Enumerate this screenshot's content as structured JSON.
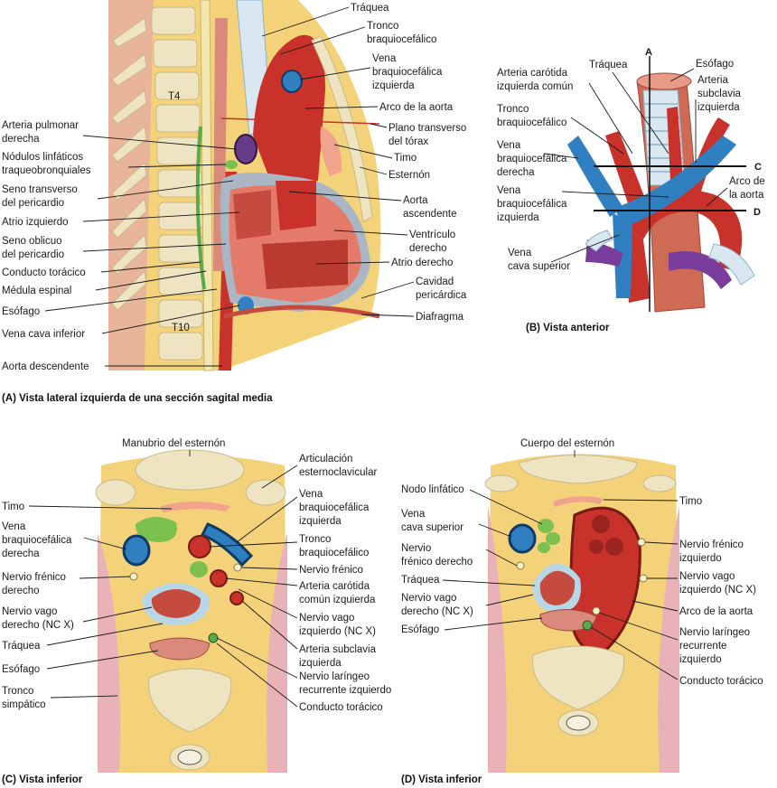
{
  "panels": {
    "A": {
      "caption": "(A) Vista lateral izquierda de una sección sagital media",
      "vertebra_top": "T4",
      "vertebra_bottom": "T10",
      "labels_left": [
        "Arteria pulmonar",
        "derecha",
        "Nódulos linfáticos",
        "traqueobronquiales",
        "Seno transverso",
        "del pericardio",
        "Atrio izquierdo",
        "Seno oblicuo",
        "del pericardio",
        "Conducto torácico",
        "Médula espinal",
        "Esófago",
        "Vena cava inferior",
        "Aorta descendente"
      ],
      "labels_right": [
        "Tráquea",
        "Tronco",
        "braquiocefálico",
        "Vena",
        "braquiocefálica",
        "izquierda",
        "Arco de la aorta",
        "Plano transverso",
        "del tórax",
        "Timo",
        "Esternón",
        "Aorta",
        "ascendente",
        "Ventrículo",
        "derecho",
        "Atrio derecho",
        "Cavidad",
        "pericárdica",
        "Diafragma"
      ]
    },
    "B": {
      "caption": "(B) Vista anterior",
      "plane_a": "A",
      "plane_c": "C",
      "plane_d": "D",
      "labels": [
        "Arteria carótida",
        "izquierda común",
        "Tráquea",
        "Esófago",
        "Arteria",
        "subclavia",
        "izquierda",
        "Tronco",
        "braquiocefálico",
        "Vena",
        "braquiocefálica",
        "derecha",
        "Arco de",
        "la aorta",
        "Vena",
        "braquiocefálica",
        "izquierda",
        "Vena",
        "cava superior"
      ]
    },
    "C": {
      "caption": "(C) Vista inferior",
      "labels_top": "Manubrio del esternón",
      "labels_left": [
        "Timo",
        "Vena",
        "braquiocefálica",
        "derecha",
        "Nervio frénico",
        "derecho",
        "Nervio vago",
        "derecho (NC X)",
        "Tráquea",
        "Esófago",
        "Tronco",
        "simpático"
      ],
      "labels_right": [
        "Articulación",
        "esternoclavicular",
        "Vena",
        "braquiocefálica",
        "izquierda",
        "Tronco",
        "braquiocefálico",
        "Nervio frénico",
        "Arteria carótida",
        "común izquierda",
        "Nervio vago",
        "izquierdo (NC X)",
        "Arteria subclavia",
        "izquierda",
        "Nervio laríngeo",
        "recurrente izquierdo",
        "Conducto torácico"
      ]
    },
    "D": {
      "caption": "(D) Vista inferior",
      "labels_top": "Cuerpo del esternón",
      "labels_left": [
        "Nodo linfático",
        "Vena",
        "cava superior",
        "Nervio",
        "frénico derecho",
        "Tráquea",
        "Nervio vago",
        "derecho (NC X)",
        "Esófago"
      ],
      "labels_right": [
        "Timo",
        "Nervio frénico",
        "izquierdo",
        "Nervio vago",
        "izquierdo (NC X)",
        "Arco de la aorta",
        "Nervio laríngeo",
        "recurrente",
        "izquierdo",
        "Conducto torácico"
      ]
    }
  },
  "colors": {
    "artery": "#c8322b",
    "vein": "#2f7fc1",
    "fat": "#f3d27a",
    "bone": "#efe4c2",
    "muscle": "#d98a7a",
    "lymph": "#7cc050",
    "trachea": "#b8d7e6",
    "pericardium": "#aab6c3"
  }
}
